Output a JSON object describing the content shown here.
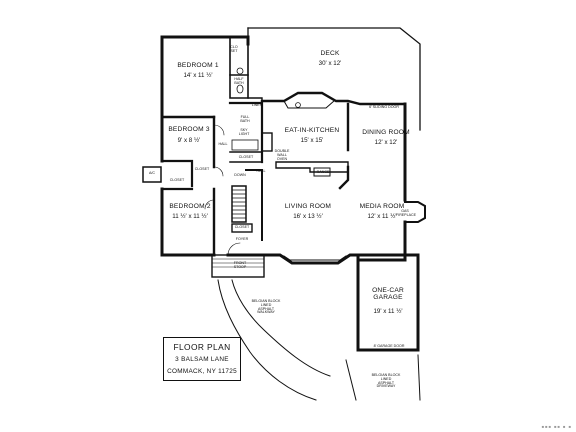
{
  "rooms": {
    "deck": {
      "name": "DECK",
      "dims": "30' x 12'"
    },
    "bedroom1": {
      "name": "BEDROOM  1",
      "dims": "14' x 11 ½'"
    },
    "bedroom2": {
      "name": "BEDROOM  2",
      "dims": "11 ½' x 11 ½'"
    },
    "bedroom3": {
      "name": "BEDROOM  3",
      "dims": "9' x 8 ½'"
    },
    "kitchen": {
      "name": "EAT-IN-KITCHEN",
      "dims": "15' x 15'"
    },
    "dining": {
      "name": "DINING ROOM",
      "dims": "12' x 12'"
    },
    "living": {
      "name": "LIVING ROOM",
      "dims": "16' x 13 ½'"
    },
    "media": {
      "name": "MEDIA ROOM",
      "dims": "12' x 11 ½'"
    },
    "garage": {
      "name": "ONE-CAR\nGARAGE",
      "dims": "19' x 11 ½'"
    }
  },
  "small_labels": {
    "closet": "CLOSET",
    "half_bath": "HALF\nBATH",
    "full_bath": "FULL\nBATH",
    "sky_light": "SKY\nLIGHT",
    "linen": "LINEN",
    "hall": "HALL",
    "down": "DOWN",
    "double_wall_oven": "DOUBLE\nWALL\nOVEN",
    "range": "RANGE",
    "ac": "A/C",
    "foyer": "FOYER",
    "front_stoop": "FRONT\nSTOOP",
    "sliding_door": "6' SLIDING DOOR",
    "gas_fireplace": "GAS\nFIREPLACE",
    "garage_door": "8' GARAGE DOOR",
    "walkway": "BELGIAN BLOCK\nLINED\nASPHALT\nWALKWAY",
    "driveway": "BELGIAN BLOCK\nLINED\nASPHALT\nDRIVEWAY"
  },
  "title_block": {
    "line1": "FLOOR PLAN",
    "line2": "3 BALSAM LANE",
    "line3": "COMMACK, NY 11725"
  },
  "watermark": "■■■ ■■ ■ ■"
}
